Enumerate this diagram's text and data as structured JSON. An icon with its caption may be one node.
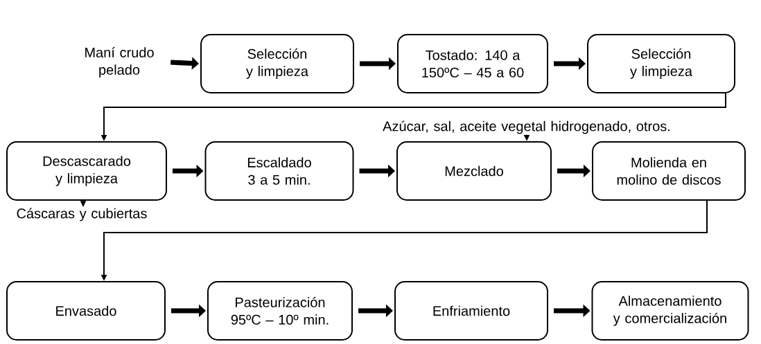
{
  "diagram": {
    "nodes": [
      {
        "text": [
          "Maní crudo pelado"
        ]
      },
      {
        "text": [
          "Selección y limpieza"
        ]
      },
      {
        "text": [
          "Tostado: 140 a 150ºC – 45 a 60"
        ]
      },
      {
        "text": [
          "Selección y limpieza"
        ]
      },
      {
        "text": [
          "Descascarado y limpieza"
        ]
      },
      {
        "text": [
          "Escaldado 3 a 5 min."
        ]
      },
      {
        "text": [
          "Mezclado"
        ]
      },
      {
        "text": [
          "Molienda en molino de discos"
        ]
      },
      {
        "text": [
          "Envasado"
        ]
      },
      {
        "text": [
          "Pasteurización 95ºC – 10º min."
        ]
      },
      {
        "text": [
          "Enfriamiento"
        ]
      },
      {
        "text": [
          "Almacenamiento y comercialización"
        ]
      },
      {
        "text": [
          "Azúcar, sal, aceite vegetal hidrogenado, otros."
        ]
      },
      {
        "text": [
          "Cáscaras y cubiertas"
        ]
      }
    ],
    "edges": [
      {
        "from": 0,
        "to": 1,
        "arrow": "to"
      },
      {
        "from": 1,
        "to": 2,
        "arrow": "to"
      },
      {
        "from": 2,
        "to": 3,
        "arrow": "to"
      },
      {
        "from": 3,
        "to": 4,
        "arrow": "to"
      },
      {
        "from": 4,
        "to": 5,
        "arrow": "to"
      },
      {
        "from": 5,
        "to": 6,
        "arrow": "to"
      },
      {
        "from": 6,
        "to": 7,
        "arrow": "to"
      },
      {
        "from": 12,
        "to": 6,
        "arrow": "to"
      },
      {
        "from": 4,
        "to": 13,
        "arrow": "to"
      },
      {
        "from": 7,
        "to": 8,
        "arrow": "to"
      },
      {
        "from": 8,
        "to": 9,
        "arrow": "to"
      },
      {
        "from": 9,
        "to": 10,
        "arrow": "to"
      },
      {
        "from": 10,
        "to": 11,
        "arrow": "to"
      }
    ]
  }
}
